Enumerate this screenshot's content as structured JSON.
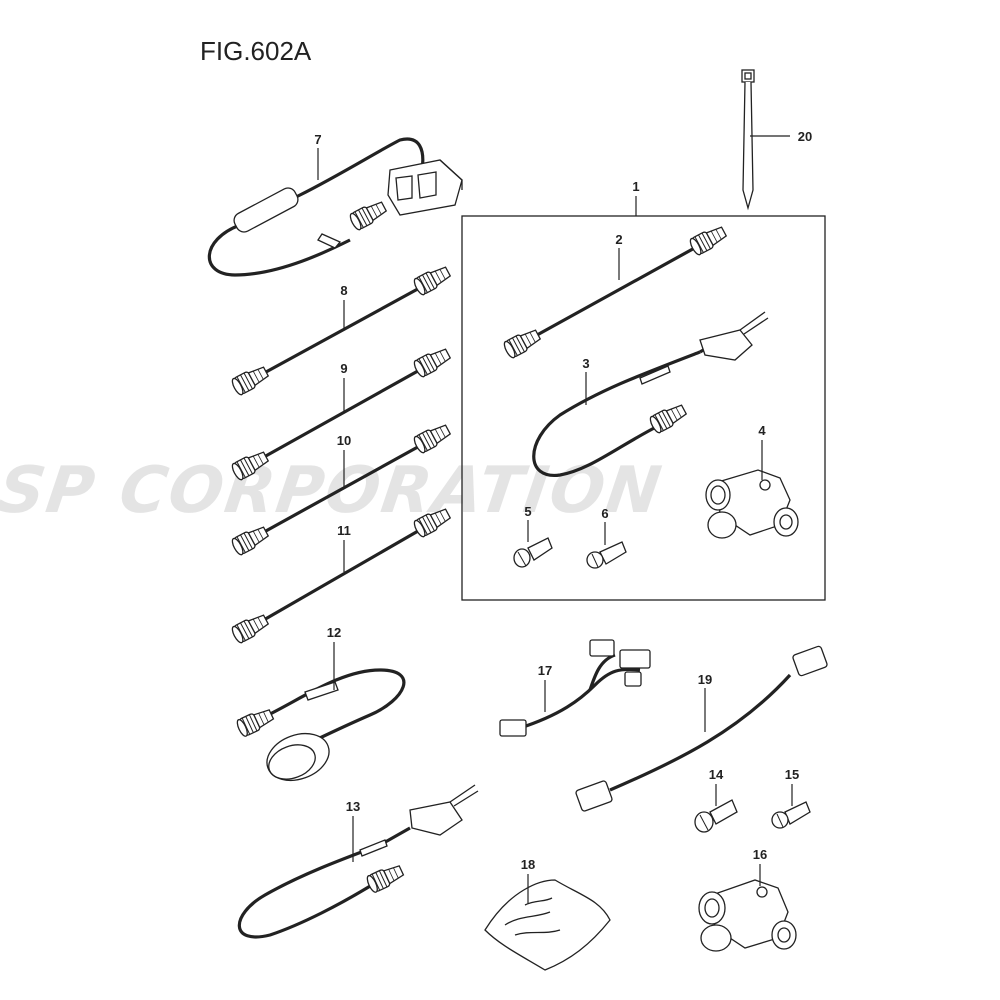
{
  "figure": {
    "title": "FIG.602A",
    "watermark": "JSP CORPORATION"
  },
  "callouts": [
    {
      "id": "1",
      "label": "1"
    },
    {
      "id": "2",
      "label": "2"
    },
    {
      "id": "3",
      "label": "3"
    },
    {
      "id": "4",
      "label": "4"
    },
    {
      "id": "5",
      "label": "5"
    },
    {
      "id": "6",
      "label": "6"
    },
    {
      "id": "7",
      "label": "7"
    },
    {
      "id": "8",
      "label": "8"
    },
    {
      "id": "9",
      "label": "9"
    },
    {
      "id": "10",
      "label": "10"
    },
    {
      "id": "11",
      "label": "11"
    },
    {
      "id": "12",
      "label": "12"
    },
    {
      "id": "13",
      "label": "13"
    },
    {
      "id": "14",
      "label": "14"
    },
    {
      "id": "15",
      "label": "15"
    },
    {
      "id": "16",
      "label": "16"
    },
    {
      "id": "17",
      "label": "17"
    },
    {
      "id": "18",
      "label": "18"
    },
    {
      "id": "19",
      "label": "19"
    },
    {
      "id": "20",
      "label": "20"
    }
  ],
  "colors": {
    "line": "#222222",
    "watermark": "#d8d8d8",
    "background": "#ffffff"
  }
}
